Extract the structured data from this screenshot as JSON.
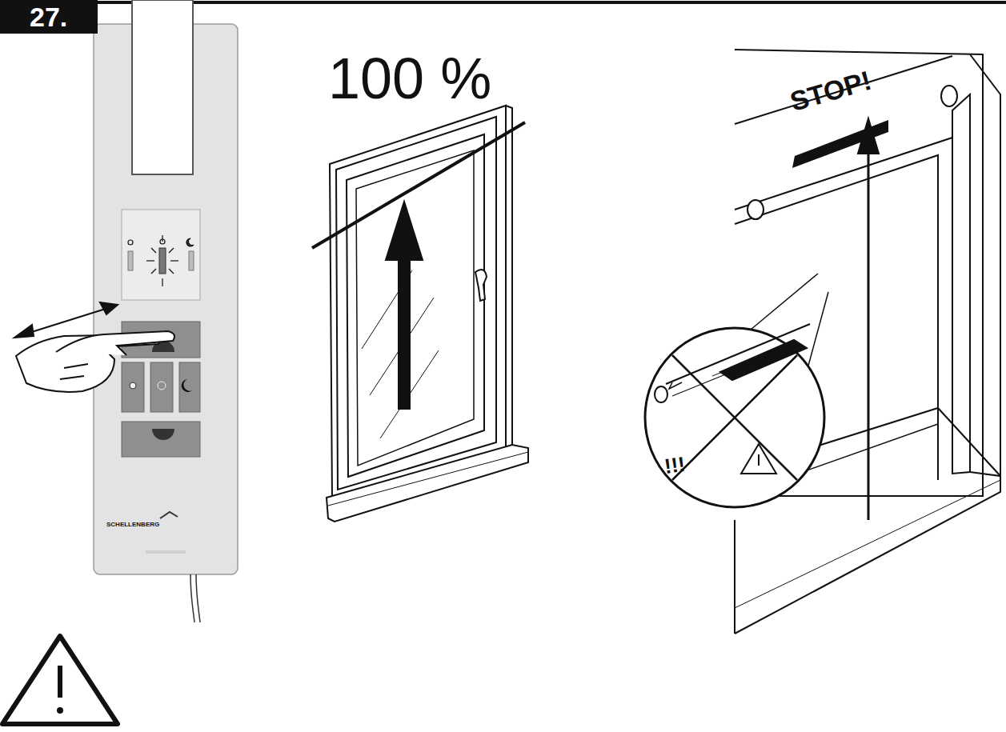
{
  "diagram": {
    "nodes": [
      {
        "text": [
          "27."
        ]
      }
    ],
    "labels": [
      "100 %",
      "STOP!",
      "!!!",
      "SCHELLENBERG"
    ]
  }
}
